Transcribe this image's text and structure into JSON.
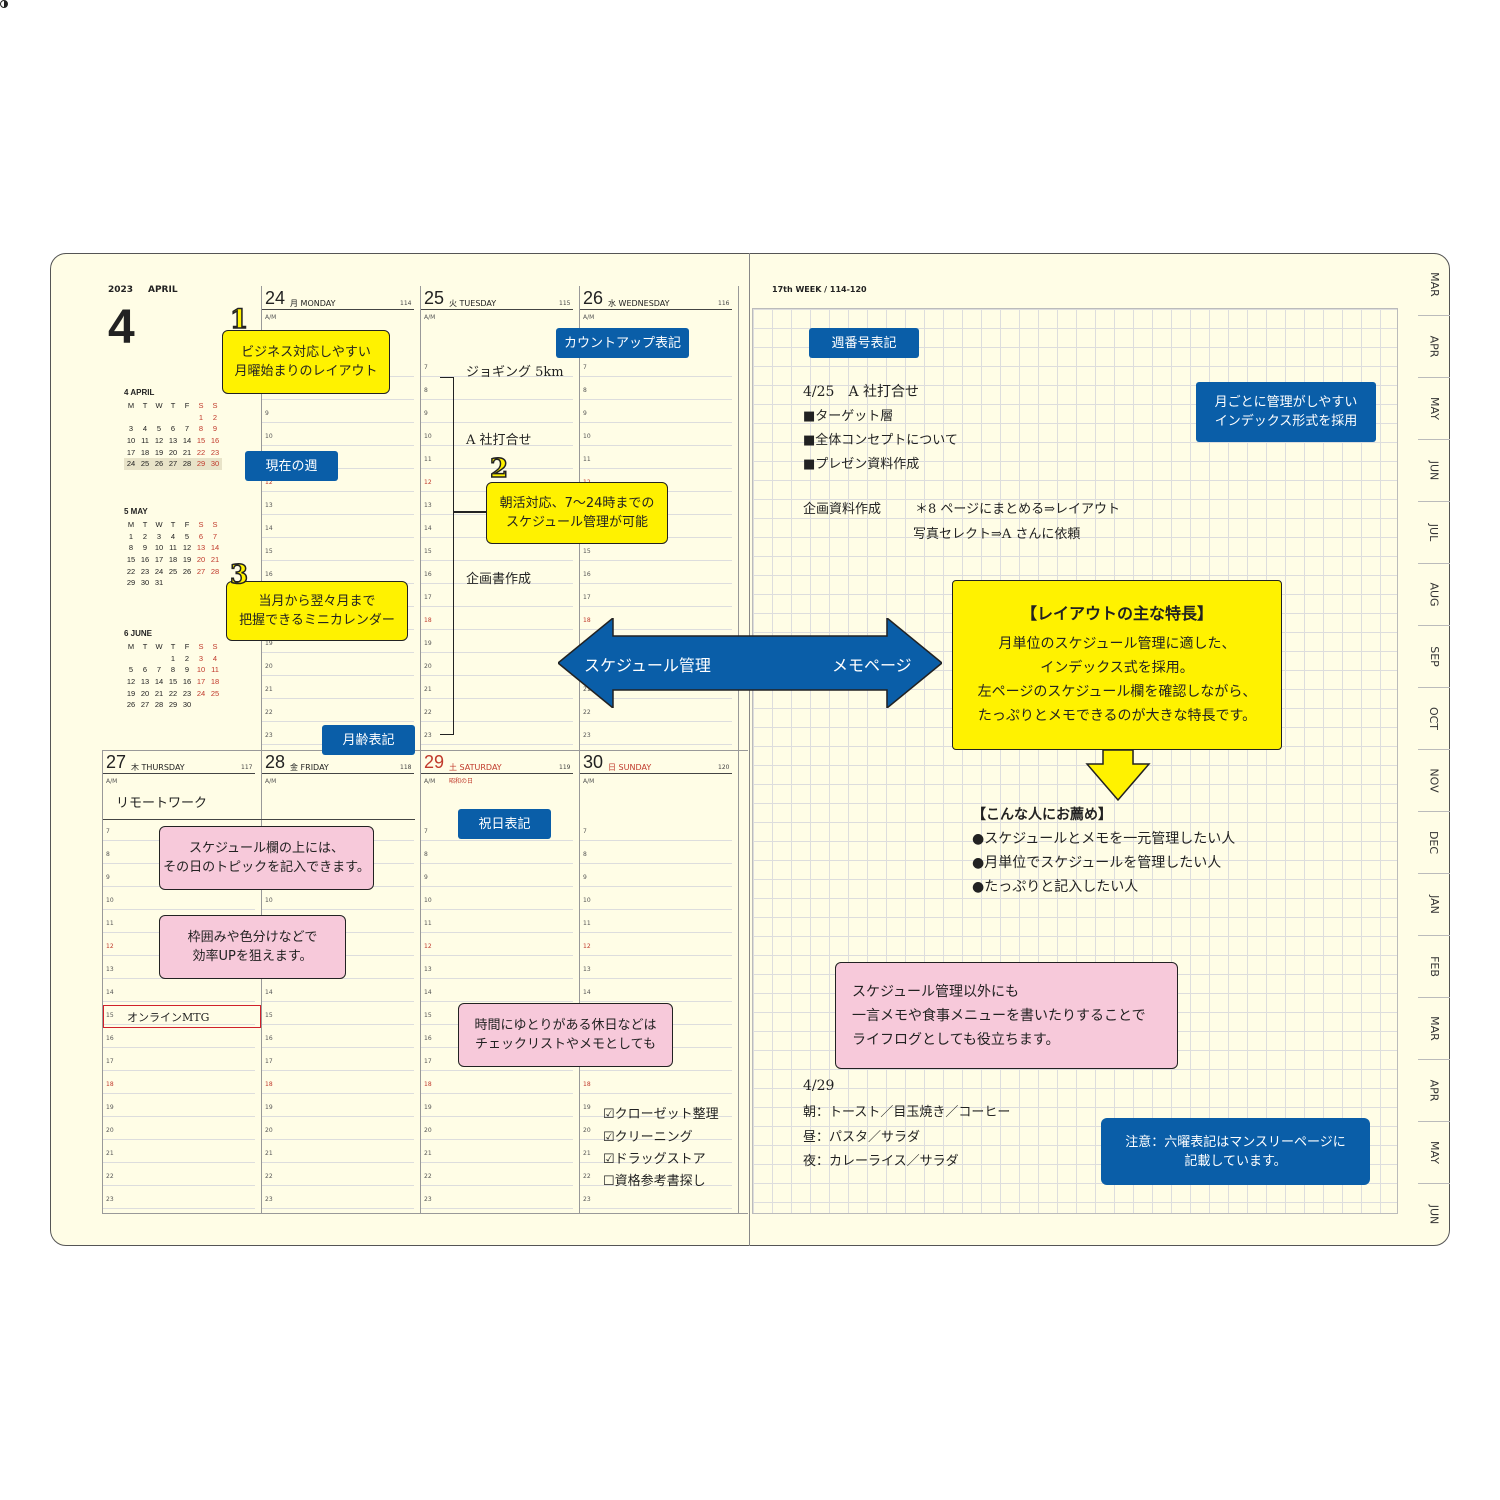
{
  "left": {
    "year": "2023",
    "month_name": "APRIL",
    "month_num": "4"
  },
  "minicals": [
    {
      "title": "4 APRIL",
      "rows": [
        [
          "M",
          "T",
          "W",
          "T",
          "F",
          "S",
          "S"
        ],
        [
          "",
          "",
          "",
          "",
          "",
          "1",
          "2"
        ],
        [
          "3",
          "4",
          "5",
          "6",
          "7",
          "8",
          "9"
        ],
        [
          "10",
          "11",
          "12",
          "13",
          "14",
          "15",
          "16"
        ],
        [
          "17",
          "18",
          "19",
          "20",
          "21",
          "22",
          "23"
        ],
        [
          "24",
          "25",
          "26",
          "27",
          "28",
          "29",
          "30"
        ]
      ]
    },
    {
      "title": "5 MAY",
      "rows": [
        [
          "M",
          "T",
          "W",
          "T",
          "F",
          "S",
          "S"
        ],
        [
          "1",
          "2",
          "3",
          "4",
          "5",
          "6",
          "7"
        ],
        [
          "8",
          "9",
          "10",
          "11",
          "12",
          "13",
          "14"
        ],
        [
          "15",
          "16",
          "17",
          "18",
          "19",
          "20",
          "21"
        ],
        [
          "22",
          "23",
          "24",
          "25",
          "26",
          "27",
          "28"
        ],
        [
          "29",
          "30",
          "31",
          "",
          "",
          "",
          ""
        ]
      ]
    },
    {
      "title": "6 JUNE",
      "rows": [
        [
          "M",
          "T",
          "W",
          "T",
          "F",
          "S",
          "S"
        ],
        [
          "",
          "",
          "",
          "1",
          "2",
          "3",
          "4"
        ],
        [
          "5",
          "6",
          "7",
          "8",
          "9",
          "10",
          "11"
        ],
        [
          "12",
          "13",
          "14",
          "15",
          "16",
          "17",
          "18"
        ],
        [
          "19",
          "20",
          "21",
          "22",
          "23",
          "24",
          "25"
        ],
        [
          "26",
          "27",
          "28",
          "29",
          "30",
          "",
          ""
        ]
      ]
    }
  ],
  "days": [
    {
      "num": "24",
      "name": "月 MONDAY",
      "count": "114"
    },
    {
      "num": "25",
      "name": "火 TUESDAY",
      "count": "115"
    },
    {
      "num": "26",
      "name": "水 WEDNESDAY",
      "count": "116"
    },
    {
      "num": "27",
      "name": "木 THURSDAY",
      "count": "117"
    },
    {
      "num": "28",
      "name": "金 FRIDAY",
      "count": "118"
    },
    {
      "num": "29",
      "name": "土 SATURDAY",
      "count": "119",
      "holiday": "昭和の日"
    },
    {
      "num": "30",
      "name": "日 SUNDAY",
      "count": "120"
    }
  ],
  "hours": [
    "7",
    "8",
    "9",
    "10",
    "11",
    "12",
    "13",
    "14",
    "15",
    "16",
    "17",
    "18",
    "19",
    "20",
    "21",
    "22",
    "23"
  ],
  "am_label": "A/M",
  "week_label": "17th WEEK / 114-120",
  "entries": {
    "jog": "ジョギング 5km",
    "a_meeting": "A 社打合せ",
    "plan_doc": "企画書作成",
    "remote": "リモートワーク",
    "online": "オンラインMTG",
    "checklist": [
      "☑クローゼット整理",
      "☑クリーニング",
      "☑ドラッグストア",
      "☐資格参考書探し"
    ]
  },
  "memo": {
    "line1": "4/25　A 社打合せ",
    "line2": "■ターゲット層",
    "line3": "■全体コンセプトについて",
    "line4": "■プレゼン資料作成",
    "line5": "企画資料作成",
    "line6": "＊8 ページにまとめる⇒レイアウト",
    "line7": "写真セレクト⇒A さんに依頼",
    "food_date": "4/29",
    "food1": "朝：トースト／目玉焼き／コーヒー",
    "food2": "昼：パスタ／サラダ",
    "food3": "夜：カレーライス／サラダ"
  },
  "callouts": {
    "c1": [
      "ビジネス対応しやすい",
      "月曜始まりのレイアウト"
    ],
    "c2": [
      "朝活対応、7～24時までの",
      "スケジュール管理が可能"
    ],
    "c3": [
      "当月から翌々月まで",
      "把握できるミニカレンダー"
    ],
    "current_week": "現在の週",
    "countup": "カウントアップ表記",
    "week_no": "週番号表記",
    "moon": "月齢表記",
    "holiday": "祝日表記",
    "index": [
      "月ごとに管理がしやすい",
      "インデックス形式を採用"
    ],
    "topic": [
      "スケジュール欄の上には、",
      "その日のトピックを記入できます。"
    ],
    "frame": [
      "枠囲みや色分けなどで",
      "効率UPを狙えます。"
    ],
    "holiday_use": [
      "時間にゆとりがある休日などは",
      "チェックリストやメモとしても"
    ],
    "lifelog": [
      "スケジュール管理以外にも",
      "一言メモや食事メニューを書いたりすることで",
      "ライフログとしても役立ちます。"
    ],
    "note": [
      "注意：六曜表記はマンスリーページに",
      "記載しています。"
    ],
    "arrow_left": "スケジュール管理",
    "arrow_right": "メモページ",
    "feature_title": "【レイアウトの主な特長】",
    "feature": [
      "月単位のスケジュール管理に適した、",
      "インデックス式を採用。",
      "左ページのスケジュール欄を確認しながら、",
      "たっぷりとメモできるのが大きな特長です。"
    ],
    "recommend_title": "【こんな人にお薦め】",
    "recommend": [
      "●スケジュールとメモを一元管理したい人",
      "●月単位でスケジュールを管理したい人",
      "●たっぷりと記入したい人"
    ],
    "nums": [
      "1",
      "2",
      "3"
    ]
  },
  "tabs": [
    "MAR",
    "APR",
    "MAY",
    "JUN",
    "JUL",
    "AUG",
    "SEP",
    "OCT",
    "NOV",
    "DEC",
    "JAN",
    "FEB",
    "MAR",
    "APR",
    "MAY",
    "JUN"
  ],
  "colors": {
    "yellow": "#fff200",
    "pink": "#f7c9da",
    "blue": "#0a5ea8",
    "paper": "#fffde6"
  }
}
